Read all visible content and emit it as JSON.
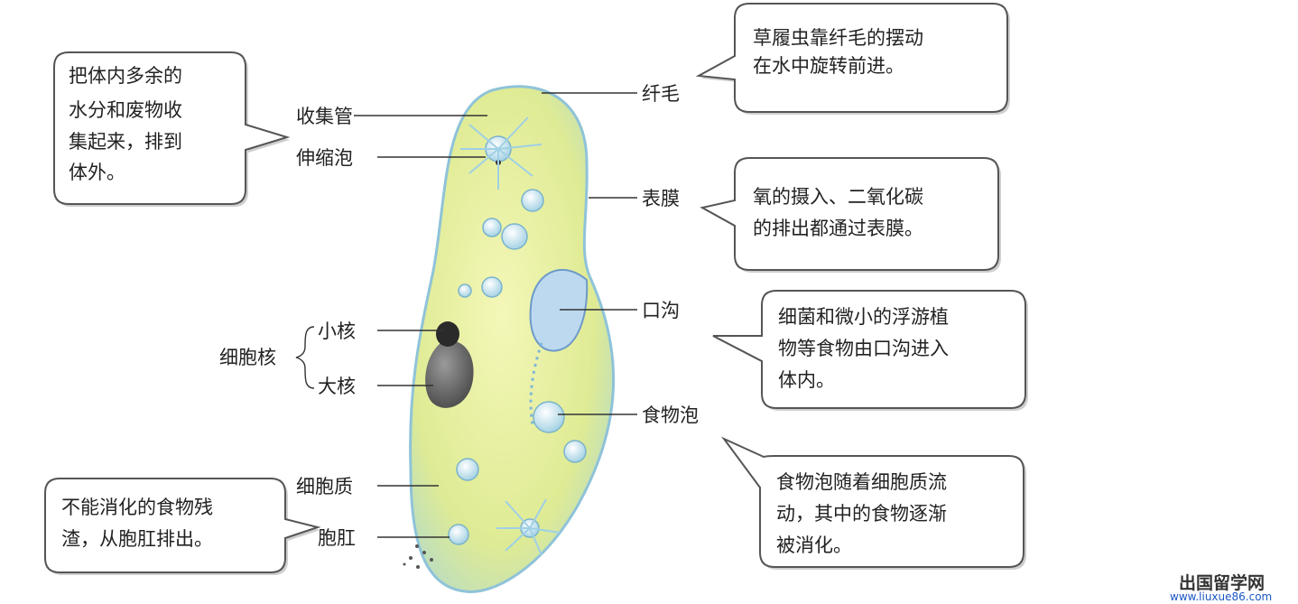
{
  "labels": {
    "cilia": "纤毛",
    "collecting_canal": "收集管",
    "contractile_vacuole": "伸缩泡",
    "pellicle": "表膜",
    "oral_groove": "口沟",
    "nucleus": "细胞核",
    "micronucleus": "小核",
    "macronucleus": "大核",
    "food_vacuole": "食物泡",
    "cytoplasm": "细胞质",
    "anal_pore": "胞肛"
  },
  "callouts": {
    "cilia": [
      "草履虫靠纤毛的摆动",
      "在水中旋转前进。"
    ],
    "contractile": [
      "把体内多余的",
      "水分和废物收",
      "集起来，排到",
      "体外。"
    ],
    "pellicle": [
      "氧的摄入、二氧化碳",
      "的排出都通过表膜。"
    ],
    "oral_groove": [
      "细菌和微小的浮游植",
      "物等食物由口沟进入",
      "体内。"
    ],
    "food_vacuole": [
      "食物泡随着细胞质流",
      "动，其中的食物逐渐",
      "被消化。"
    ],
    "anal_pore": [
      "不能消化的食物残",
      "渣，从胞肛排出。"
    ]
  },
  "watermark": {
    "title": "出国留学网",
    "url": "www.liuxue86.com"
  },
  "colors": {
    "body_fill": "#e6ef9c",
    "body_edge": "#8fc3d8",
    "cilia": "#3d6fa8",
    "nucleus": "#6a6a6a",
    "vacuole": "#bfe3ef"
  }
}
